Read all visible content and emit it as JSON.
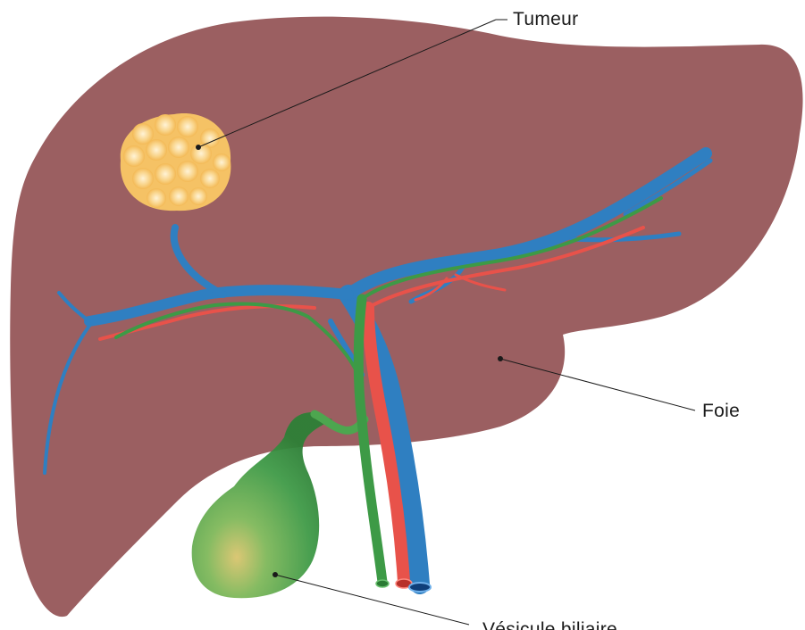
{
  "colors": {
    "liver": "#9b5f61",
    "tumor": "#f5c265",
    "tumor_cell_highlight": "#fff1cf",
    "portal_vein_blue": "#2f7fc1",
    "hepatic_artery_red": "#e8524a",
    "bile_duct_green": "#3d9a46",
    "gallbladder_green": "#4da64f",
    "label_text": "#1a1a1a"
  },
  "labels": {
    "tumor": "Tumeur",
    "liver": "Foie",
    "gallbladder": "Vésicule biliaire"
  }
}
